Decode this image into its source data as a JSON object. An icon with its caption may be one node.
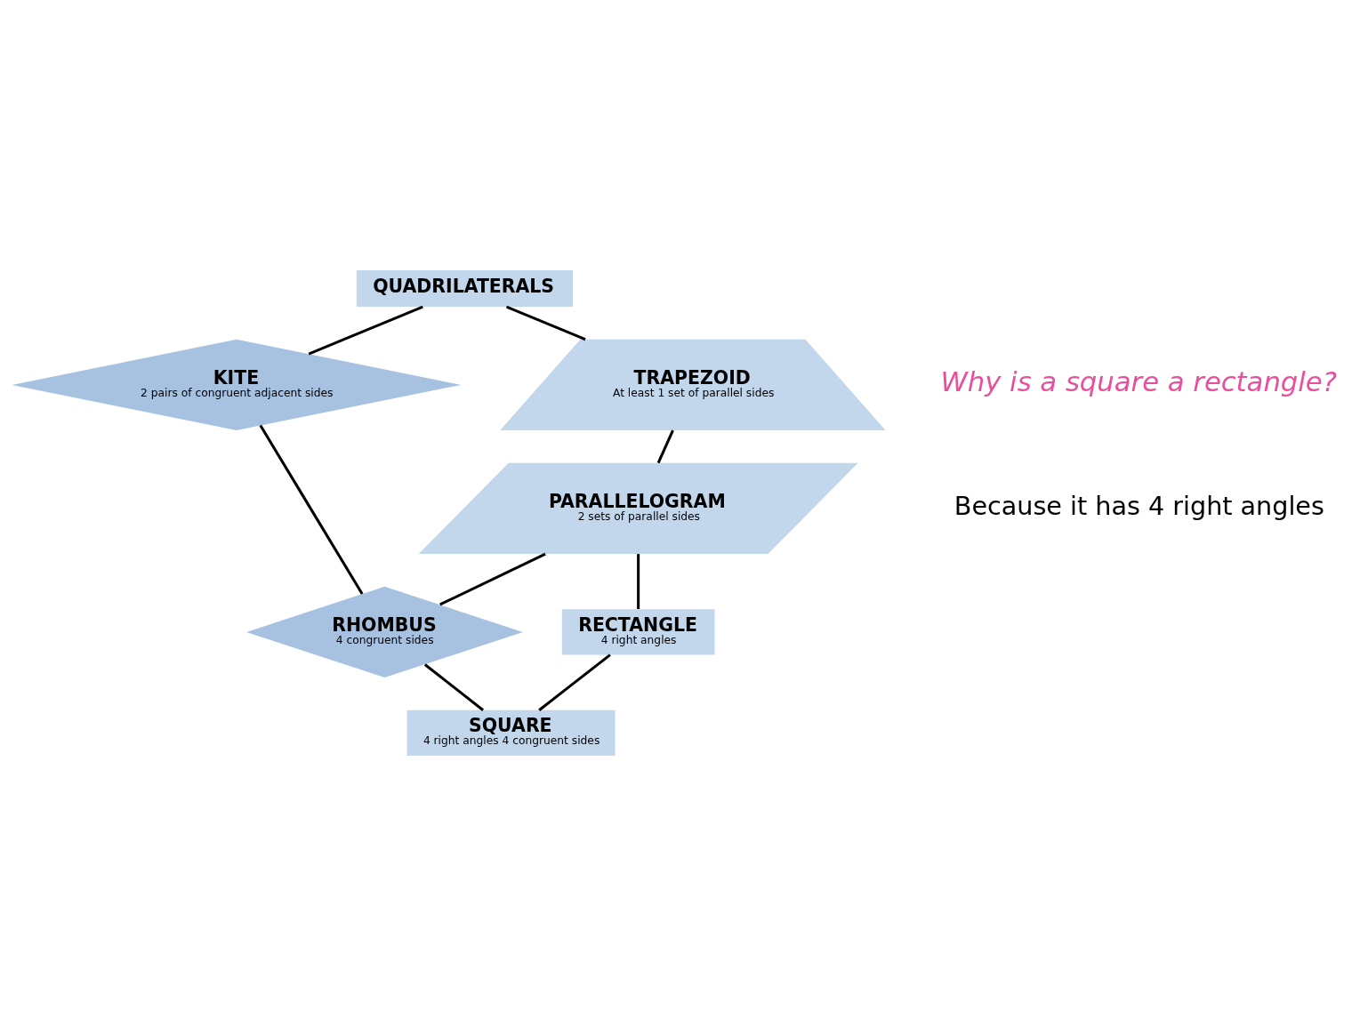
{
  "diagram": {
    "nodes": [
      {
        "text": [
          "QUADRILATERALS"
        ]
      },
      {
        "text": [
          "KITE",
          "2 pairs of congruent adjacent sides"
        ]
      },
      {
        "text": [
          "TRAPEZOID",
          "At least 1 set of parallel sides"
        ]
      },
      {
        "text": [
          "PARALLELOGRAM",
          "2 sets of parallel sides"
        ]
      },
      {
        "text": [
          "RHOMBUS",
          "4 congruent sides"
        ]
      },
      {
        "text": [
          "RECTANGLE",
          "4 right angles"
        ]
      },
      {
        "text": [
          "SQUARE",
          "4 right angles 4 congruent sides"
        ]
      }
    ],
    "edges": [
      {
        "from": 0,
        "to": 1,
        "arrow": "none"
      },
      {
        "from": 0,
        "to": 2,
        "arrow": "none"
      },
      {
        "from": 2,
        "to": 3,
        "arrow": "none"
      },
      {
        "from": 1,
        "to": 4,
        "arrow": "none"
      },
      {
        "from": 3,
        "to": 4,
        "arrow": "none"
      },
      {
        "from": 3,
        "to": 5,
        "arrow": "none"
      },
      {
        "from": 4,
        "to": 6,
        "arrow": "none"
      },
      {
        "from": 5,
        "to": 6,
        "arrow": "none"
      }
    ],
    "labels": [
      "Why is a square a rectangle?",
      "Because it has 4 right angles"
    ]
  }
}
